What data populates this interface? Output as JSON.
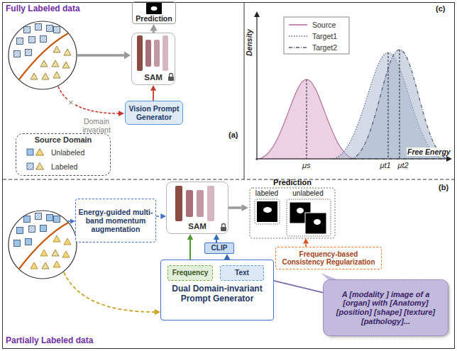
{
  "diagram": {
    "nodes": [
      {
        "text": [
          "Prediction"
        ]
      },
      {
        "text": [
          "SAM"
        ]
      },
      {
        "text": [
          "Vision Prompt Generator"
        ]
      },
      {
        "text": [
          "Source Domain"
        ]
      },
      {
        "text": [
          "Energy-guided multi-band momentum augmentation"
        ]
      },
      {
        "text": [
          "SAM"
        ]
      },
      {
        "text": [
          "Prediction",
          "labeled",
          "unlabeled"
        ]
      },
      {
        "text": [
          "CLIP"
        ]
      },
      {
        "text": [
          "Dual Domain-invariant Prompt Generator"
        ]
      },
      {
        "text": [
          "Frequency"
        ],
        "in": 8
      },
      {
        "text": [
          "Text"
        ],
        "in": 8
      },
      {
        "text": [
          "Frequency-based Consistency Regularization"
        ]
      },
      {
        "text": [
          "A [modality ] image of a [organ] with [Anatomy] [position] [shape] [texture] [pathology]..."
        ]
      }
    ],
    "edges": [
      {
        "from": 1,
        "to": 0,
        "arrow": "to"
      },
      {
        "from": 2,
        "to": 1,
        "arrow": "to"
      },
      {
        "from": 4,
        "to": 5,
        "arrow": "to"
      },
      {
        "from": 5,
        "to": 6,
        "arrow": "to"
      },
      {
        "from": 9,
        "to": 5,
        "arrow": "to"
      },
      {
        "from": 10,
        "to": 7,
        "arrow": "to"
      },
      {
        "from": 7,
        "to": 5,
        "arrow": "to"
      },
      {
        "from": 11,
        "to": 6,
        "arrow": "to"
      },
      {
        "from": 12,
        "to": 10,
        "arrow": "to"
      }
    ],
    "labels": [
      "Fully Labeled data",
      "×",
      "Domain invariant",
      "(a)",
      "Density",
      "Free Energy",
      "μs",
      "μt1",
      "μt2",
      "(c)",
      "(b)",
      "Partially Labeled data"
    ],
    "legend": [
      {
        "text": "Unlabeled"
      },
      {
        "text": "Labeled"
      },
      {
        "text": "Source"
      },
      {
        "text": "Target1"
      },
      {
        "text": "Target2"
      }
    ]
  }
}
